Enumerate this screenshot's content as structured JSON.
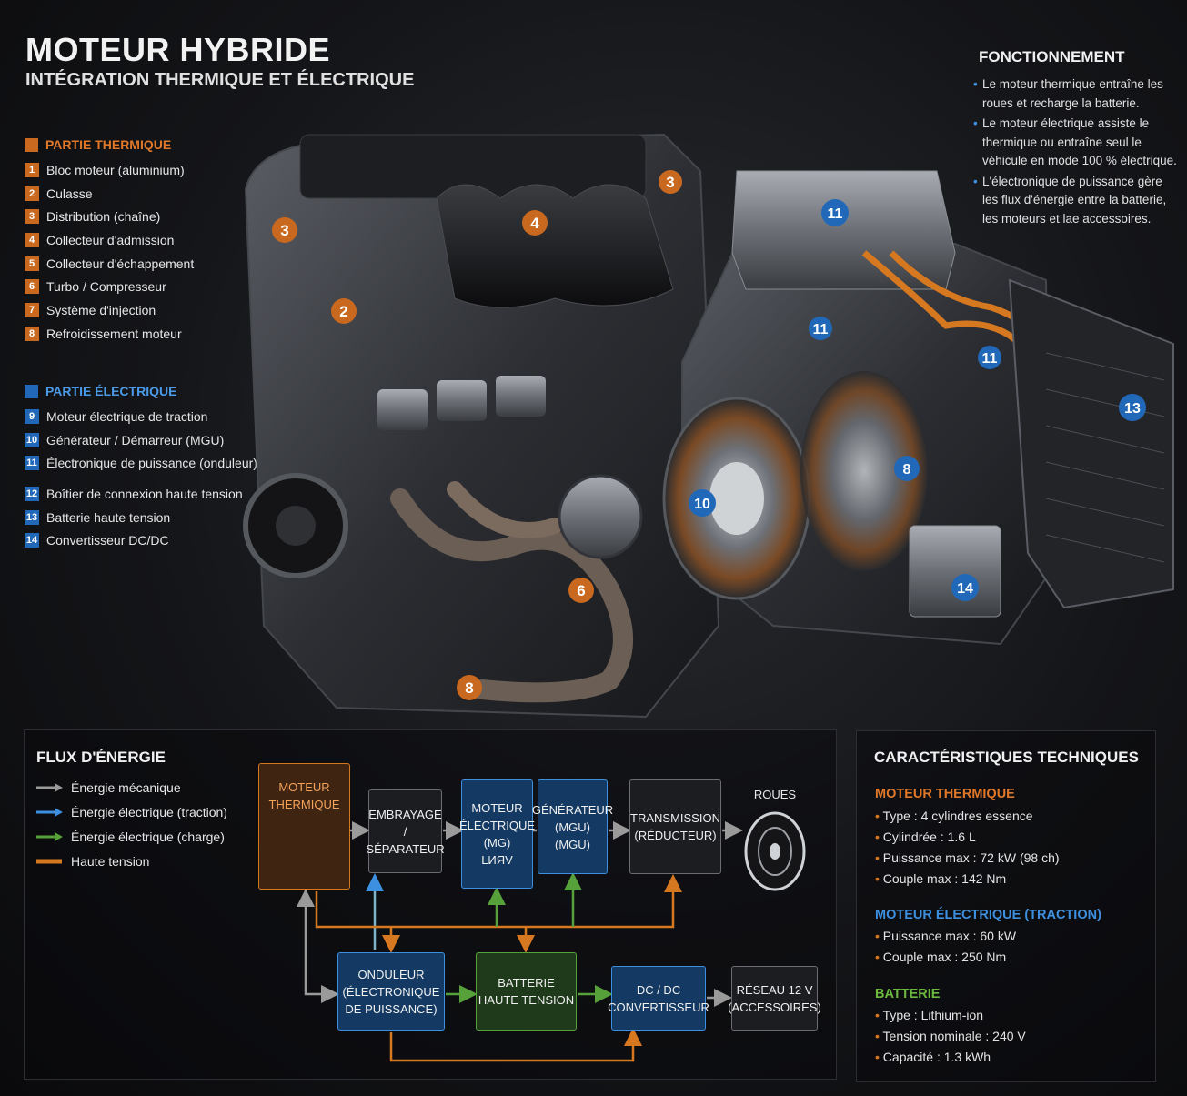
{
  "header": {
    "title": "MOTEUR HYBRIDE",
    "subtitle": "INTÉGRATION THERMIQUE ET ÉLECTRIQUE"
  },
  "colors": {
    "thermal": "#c8691f",
    "electric": "#2169b8",
    "charge": "#57a13a",
    "mechanical": "#9a9a9a",
    "high_voltage": "#d6781f"
  },
  "legend_thermique": {
    "heading": "PARTIE THERMIQUE",
    "items": [
      {
        "num": "1",
        "label": "Bloc moteur (aluminium)"
      },
      {
        "num": "2",
        "label": "Culasse"
      },
      {
        "num": "3",
        "label": "Distribution (chaîne)"
      },
      {
        "num": "4",
        "label": "Collecteur d'admission"
      },
      {
        "num": "5",
        "label": "Collecteur d'échappement"
      },
      {
        "num": "6",
        "label": "Turbo / Compresseur"
      },
      {
        "num": "7",
        "label": "Système d'injection"
      },
      {
        "num": "8",
        "label": "Refroidissement moteur"
      }
    ]
  },
  "legend_electrique": {
    "heading": "PARTIE ÉLECTRIQUE",
    "items": [
      {
        "num": "9",
        "label": "Moteur électrique de traction"
      },
      {
        "num": "10",
        "label": "Générateur / Démarreur (MGU)"
      },
      {
        "num": "11",
        "label": "Électronique de puissance (onduleur)"
      },
      {
        "num": "12",
        "label": "Boîtier de connexion haute tension"
      },
      {
        "num": "13",
        "label": "Batterie haute tension"
      },
      {
        "num": "14",
        "label": "Convertisseur DC/DC"
      }
    ]
  },
  "fonctionnement": {
    "heading": "FONCTIONNEMENT",
    "items": [
      "Le moteur thermique entraîne les roues et recharge la batterie.",
      "Le moteur électrique assiste le thermique ou entraîne seul le véhicule en mode 100 % électrique.",
      "L'électronique de puissance gère les flux d'énergie entre la batterie, les moteurs et lae accessoires."
    ]
  },
  "engine_callouts": {
    "thermal": [
      "3",
      "2",
      "4",
      "3",
      "6",
      "8"
    ],
    "electric": [
      "11",
      "11",
      "11",
      "13",
      "8",
      "10",
      "14"
    ]
  },
  "flux": {
    "heading": "FLUX D'ÉNERGIE",
    "legend": [
      {
        "label": "Énergie mécanique",
        "color": "#9a9a9a"
      },
      {
        "label": "Énergie électrique (traction)",
        "color": "#3d8fe0"
      },
      {
        "label": "Énergie électrique (charge)",
        "color": "#57a13a"
      },
      {
        "label": "Haute tension",
        "color": "#d6781f"
      }
    ],
    "boxes": {
      "moteur_thermique": "MOTEUR\nTHERMIQUE",
      "embrayage": "EMBRAYAGE\n/ SÉPARATEUR",
      "moteur_electrique": "MOTEUR\nÉLECTRIQUE\n(MG)\nLИЯV",
      "generateur": "GÉNÉRATEUR\n(MGU)\n(MGU)",
      "transmission": "TRANSMISSION\n(RÉDUCTEUR)",
      "roues": "ROUES",
      "onduleur": "ONDULEUR\n(ÉLECTRONIQUE\nDE PUISSANCE)",
      "batterie": "BATTERIE\nHAUTE TENSION",
      "dcdc": "DC / DC\nCONVERTISSEUR",
      "reseau": "RÉSEAU 12 V\n(ACCESSOIRES)"
    }
  },
  "specs": {
    "heading": "CARACTÉRISTIQUES TECHNIQUES",
    "sections": [
      {
        "title": "MOTEUR THERMIQUE",
        "color": "#e0782a",
        "items": [
          "Type : 4 cylindres essence",
          "Cylindrée : 1.6 L",
          "Puissance max : 72 kW (98 ch)",
          "Couple max : 142 Nm"
        ]
      },
      {
        "title": "MOTEUR ÉLECTRIQUE (TRACTION)",
        "color": "#3d8fe0",
        "items": [
          "Puissance max : 60 kW",
          "Couple max : 250 Nm"
        ]
      },
      {
        "title": "BATTERIE",
        "color": "#6cb83f",
        "items": [
          "Type : Lithium-ion",
          "Tension nominale : 240 V",
          "Capacité : 1.3 kWh"
        ]
      }
    ]
  }
}
